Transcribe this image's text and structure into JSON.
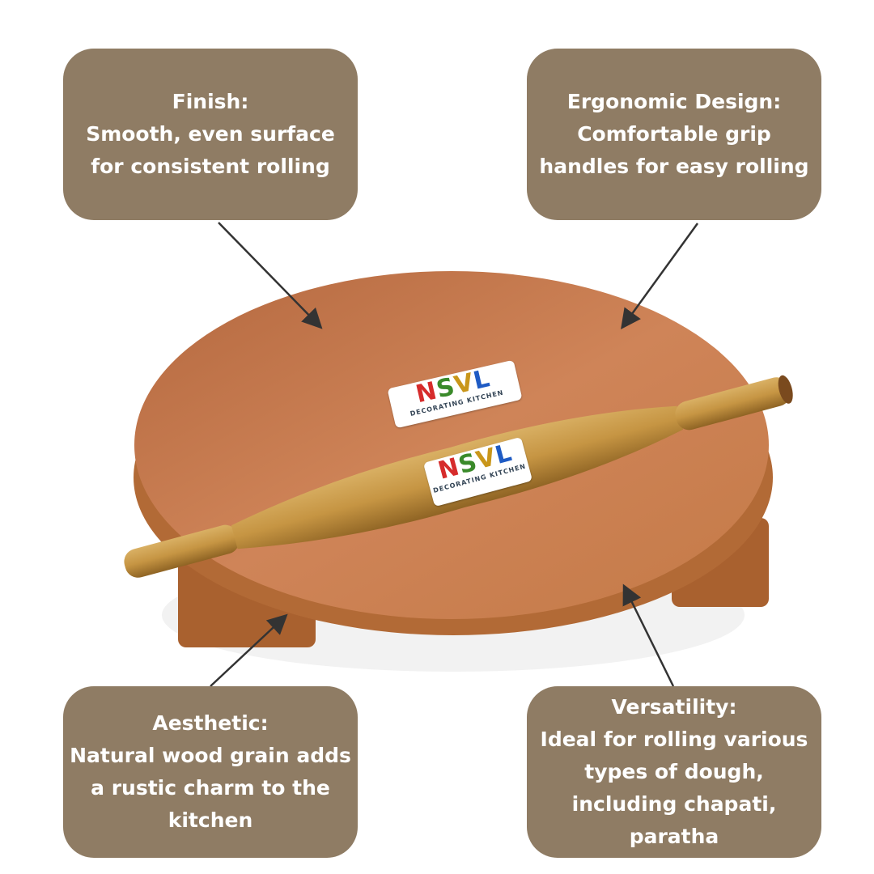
{
  "callouts": [
    {
      "title": "Finish:",
      "lines": [
        "Smooth, even surface",
        "for consistent rolling"
      ]
    },
    {
      "title": "Ergonomic Design:",
      "lines": [
        "Comfortable grip",
        "handles for easy rolling"
      ]
    },
    {
      "title": "Aesthetic:",
      "lines": [
        "Natural wood grain adds",
        "a rustic charm to the",
        "kitchen"
      ]
    },
    {
      "title": "Versatility:",
      "lines": [
        "Ideal for rolling various",
        "types of dough,",
        "including chapati,",
        "paratha"
      ]
    }
  ],
  "logo": {
    "brand": "NSVL",
    "tagline": "DECORATING KITCHEN"
  },
  "colors": {
    "box": "#8f7c64",
    "wood": "#c8774a",
    "pin": "#c99a4c"
  }
}
